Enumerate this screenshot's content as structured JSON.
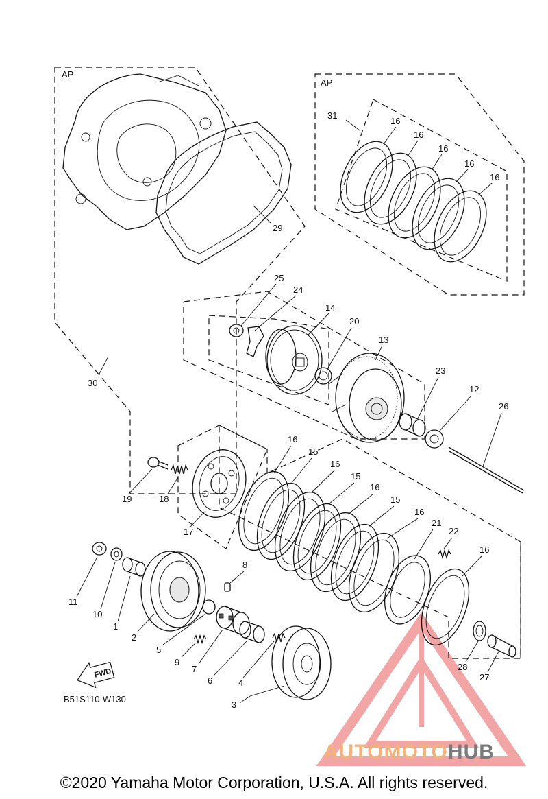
{
  "diagram": {
    "code": "B51S110-W130",
    "copyright": "©2020 Yamaha Motor Corporation, U.S.A. All rights reserved.",
    "assembly_labels": {
      "ap_left": "AP",
      "ap_right": "AP"
    },
    "fwd": "FWD",
    "callouts": {
      "c1": "1",
      "c2": "2",
      "c3": "3",
      "c4": "4",
      "c5": "5",
      "c6": "6",
      "c7": "7",
      "c8": "8",
      "c9": "9",
      "c10": "10",
      "c11": "11",
      "c12": "12",
      "c13": "13",
      "c14": "14",
      "c15a": "15",
      "c15b": "15",
      "c15c": "15",
      "c16a": "16",
      "c16b": "16",
      "c16c": "16",
      "c16d": "16",
      "c16e": "16",
      "c16f": "16",
      "c16g": "16",
      "c16h": "16",
      "c16i": "16",
      "c16j": "16",
      "c17": "17",
      "c18": "18",
      "c19": "19",
      "c20": "20",
      "c21": "21",
      "c22": "22",
      "c23": "23",
      "c24": "24",
      "c25": "25",
      "c26": "26",
      "c27": "27",
      "c28": "28",
      "c29": "29",
      "c30": "30",
      "c31": "31"
    }
  },
  "watermark": {
    "part1": "AUTOMOTO",
    "part2": "HUB",
    "color_primary": "#f5b17a",
    "color_secondary": "#7a7a7a",
    "triangle_color": "#e85c5c"
  }
}
